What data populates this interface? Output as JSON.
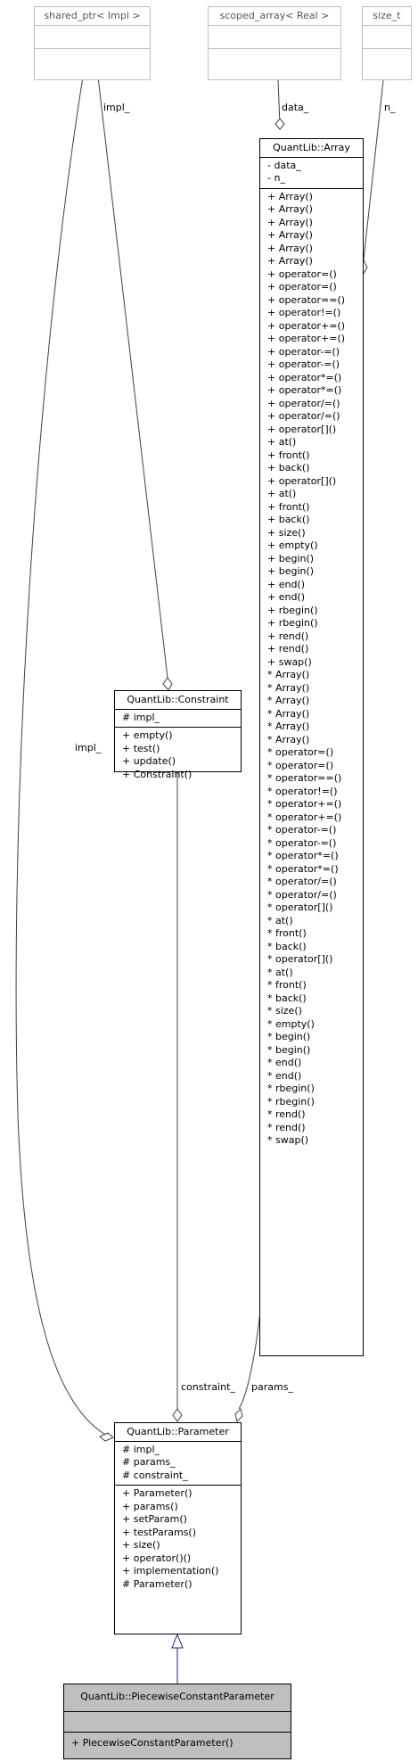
{
  "classes": {
    "shared_ptr": {
      "title": "shared_ptr< Impl >"
    },
    "scoped_array": {
      "title": "scoped_array< Real >"
    },
    "size_t": {
      "title": "size_t"
    },
    "array": {
      "title": "QuantLib::Array",
      "attributes": [
        "- data_",
        "- n_"
      ],
      "methods": [
        "+ Array()",
        "+ Array()",
        "+ Array()",
        "+ Array()",
        "+ Array()",
        "+ Array()",
        "+ operator=()",
        "+ operator=()",
        "+ operator==()",
        "+ operator!=()",
        "+ operator+=()",
        "+ operator+=()",
        "+ operator-=()",
        "+ operator-=()",
        "+ operator*=()",
        "+ operator*=()",
        "+ operator/=()",
        "+ operator/=()",
        "+ operator[]()",
        "+ at()",
        "+ front()",
        "+ back()",
        "+ operator[]()",
        "+ at()",
        "+ front()",
        "+ back()",
        "+ size()",
        "+ empty()",
        "+ begin()",
        "+ begin()",
        "+ end()",
        "+ end()",
        "+ rbegin()",
        "+ rbegin()",
        "+ rend()",
        "+ rend()",
        "+ swap()",
        "* Array()",
        "* Array()",
        "* Array()",
        "* Array()",
        "* Array()",
        "* Array()",
        "* operator=()",
        "* operator=()",
        "* operator==()",
        "* operator!=()",
        "* operator+=()",
        "* operator+=()",
        "* operator-=()",
        "* operator-=()",
        "* operator*=()",
        "* operator*=()",
        "* operator/=()",
        "* operator/=()",
        "* operator[]()",
        "* at()",
        "* front()",
        "* back()",
        "* operator[]()",
        "* at()",
        "* front()",
        "* back()",
        "* size()",
        "* empty()",
        "* begin()",
        "* begin()",
        "* end()",
        "* end()",
        "* rbegin()",
        "* rbegin()",
        "* rend()",
        "* rend()",
        "* swap()"
      ]
    },
    "constraint": {
      "title": "QuantLib::Constraint",
      "attributes": [
        "# impl_"
      ],
      "methods": [
        "+ empty()",
        "+ test()",
        "+ update()",
        "+ Constraint()"
      ]
    },
    "parameter": {
      "title": "QuantLib::Parameter",
      "attributes": [
        "# impl_",
        "# params_",
        "# constraint_"
      ],
      "methods": [
        "+ Parameter()",
        "+ params()",
        "+ setParam()",
        "+ testParams()",
        "+ size()",
        "+ operator()()",
        "+ implementation()",
        "# Parameter()"
      ]
    },
    "piecewise": {
      "title": "QuantLib::PiecewiseConstantParameter",
      "methods": [
        "+ PiecewiseConstantParameter()"
      ]
    }
  },
  "edge_labels": {
    "data": "data_",
    "n": "n_",
    "impl_constraint": "impl_",
    "impl_parameter": "impl_",
    "constraint": "constraint_",
    "params": "params_"
  }
}
